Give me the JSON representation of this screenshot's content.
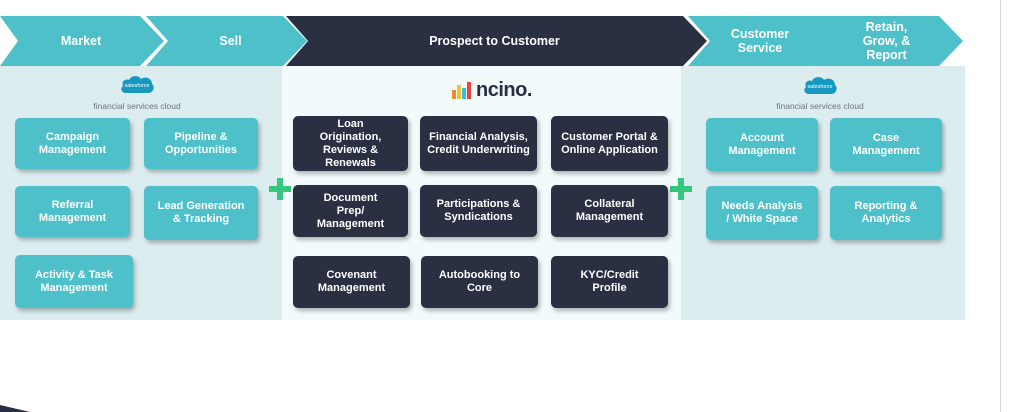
{
  "header": {
    "stages": [
      "Market",
      "Sell",
      "Prospect to Customer",
      "Customer Service",
      "Retain, Grow, & Report"
    ],
    "colors": {
      "teal": "#4ec0c9",
      "dark": "#2a2f42",
      "plus": "#35c77f"
    }
  },
  "left": {
    "logo_text": "salesforce",
    "subtitle": "financial services cloud",
    "tiles": [
      "Campaign Management",
      "Pipeline & Opportunities",
      "Referral Management",
      "Lead Generation & Tracking",
      "Activity & Task Management"
    ]
  },
  "middle": {
    "logo_text": "ncino.",
    "tiles": [
      "Loan Origination, Reviews & Renewals",
      "Financial Analysis, Credit Underwriting",
      "Customer Portal & Online Application",
      "Document Prep/ Management",
      "Participations & Syndications",
      "Collateral Management",
      "Covenant Management",
      "Autobooking to Core",
      "KYC/Credit Profile"
    ]
  },
  "right": {
    "logo_text": "salesforce",
    "subtitle": "financial services cloud",
    "tiles": [
      "Account Management",
      "Case Management",
      "Needs Analysis / White Space",
      "Reporting & Analytics"
    ]
  }
}
